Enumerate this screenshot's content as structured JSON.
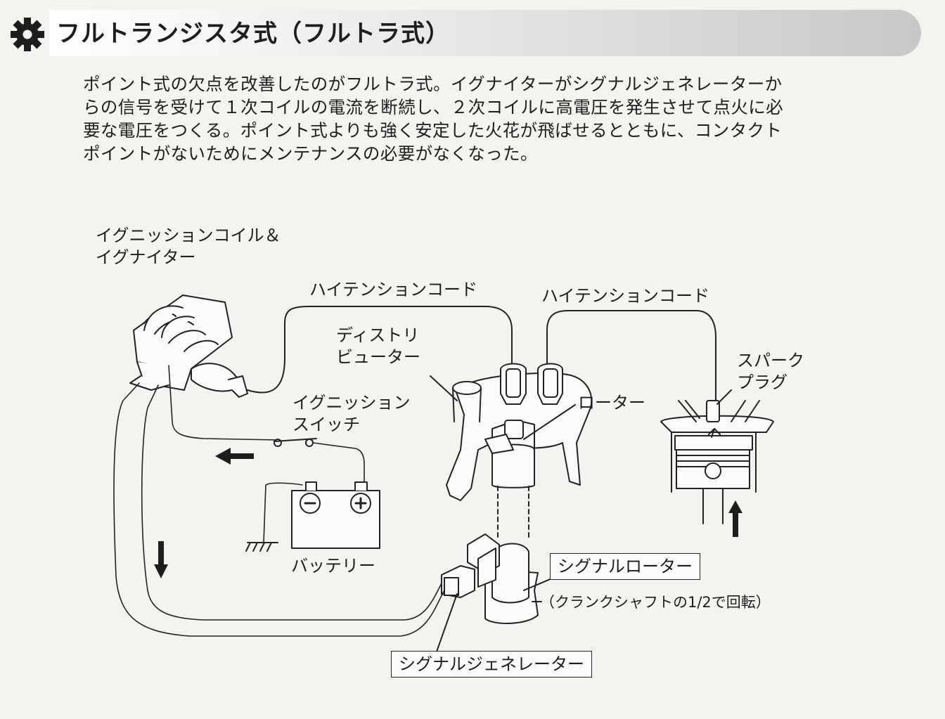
{
  "section": {
    "title": "フルトランジスタ式（フルトラ式）",
    "icon": "gear-icon"
  },
  "intro_lines": [
    "ポイント式の欠点を改善したのがフルトラ式。イグナイターがシグナルジェネレーターか",
    "らの信号を受けて１次コイルの電流を断続し、２次コイルに高電圧を発生させて点火に必",
    "要な電圧をつくる。ポイント式よりも強く安定した火花が飛ばせるとともに、コンタクト",
    "ポイントがないためにメンテナンスの必要がなくなった。"
  ],
  "labels": {
    "coil_igniter": [
      "イグニッションコイル＆",
      "イグナイター"
    ],
    "high_tension_cord_1": "ハイテンションコード",
    "high_tension_cord_2": "ハイテンションコード",
    "distributor": [
      "ディストリ",
      "ビューター"
    ],
    "spark_plug": [
      "スパーク",
      "プラグ"
    ],
    "ignition_switch": [
      "イグニッション",
      "スイッチ"
    ],
    "rotor": "ローター",
    "battery": "バッテリー",
    "signal_rotor": "シグナルローター",
    "signal_rotor_note": "（クランクシャフトの1/2で回転）",
    "signal_generator": "シグナルジェネレーター"
  },
  "battery_terminals": {
    "negative": "−",
    "positive": "+"
  }
}
